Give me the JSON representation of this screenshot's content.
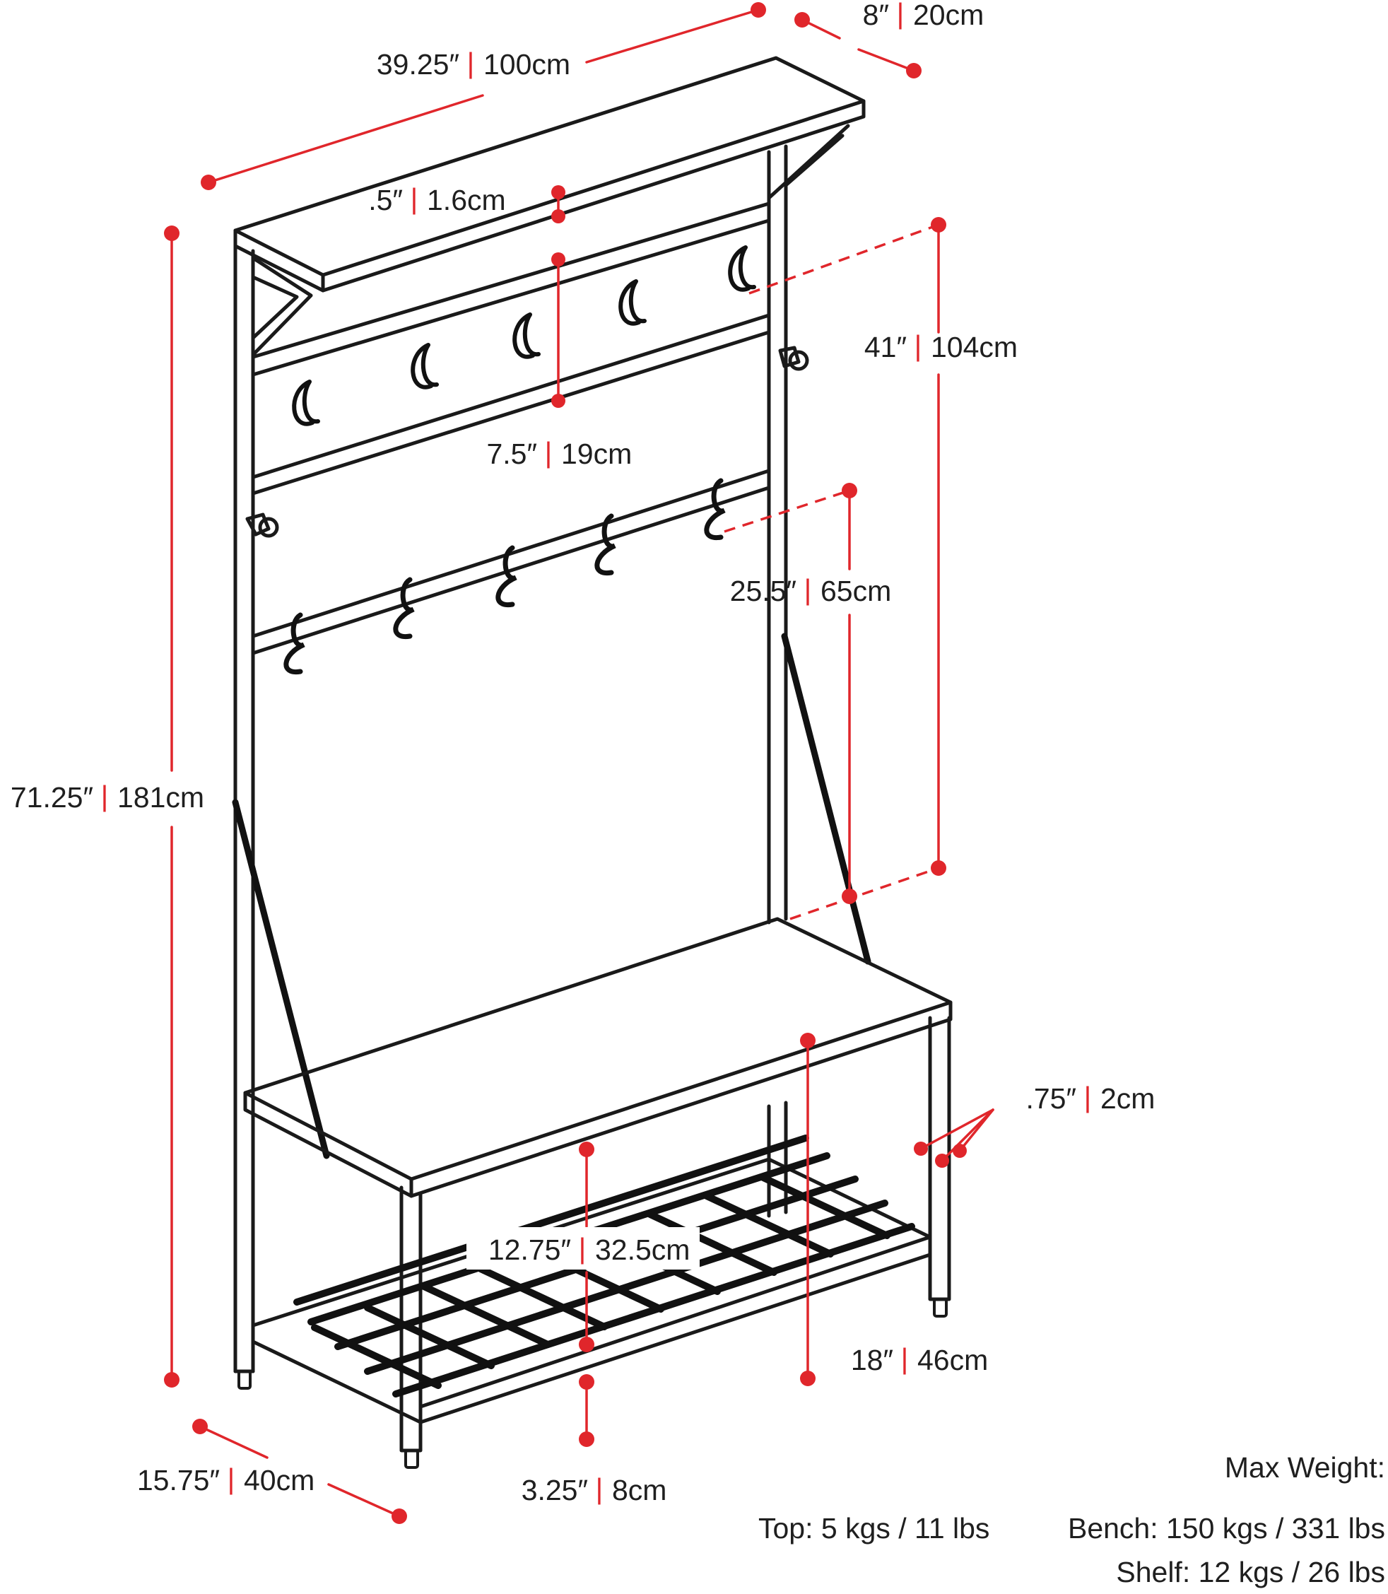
{
  "dimensions": {
    "width": {
      "imperial": "39.25″",
      "metric": "100cm"
    },
    "shelf_depth": {
      "imperial": "8″",
      "metric": "20cm"
    },
    "shelf_thick": {
      "imperial": ".5″",
      "metric": "1.6cm"
    },
    "hook_panel": {
      "imperial": "7.5″",
      "metric": "19cm"
    },
    "top_hook_h": {
      "imperial": "41″",
      "metric": "104cm"
    },
    "rod_h": {
      "imperial": "25.5″",
      "metric": "65cm"
    },
    "total_h": {
      "imperial": "71.25″",
      "metric": "181cm"
    },
    "leg_size": {
      "imperial": ".75″",
      "metric": "2cm"
    },
    "bench_gap": {
      "imperial": "12.75″",
      "metric": "32.5cm"
    },
    "bench_h": {
      "imperial": "18″",
      "metric": "46cm"
    },
    "depth": {
      "imperial": "15.75″",
      "metric": "40cm"
    },
    "shelf_clear": {
      "imperial": "3.25″",
      "metric": "8cm"
    }
  },
  "max_weight": {
    "heading": "Max Weight:",
    "top": "Top: 5 kgs / 11 lbs",
    "bench": "Bench: 150 kgs / 331 lbs",
    "shelf": "Shelf: 12 kgs / 26 lbs"
  },
  "separator": "|",
  "colors": {
    "dimension": "#e0262b",
    "line": "#1a1a1a"
  }
}
